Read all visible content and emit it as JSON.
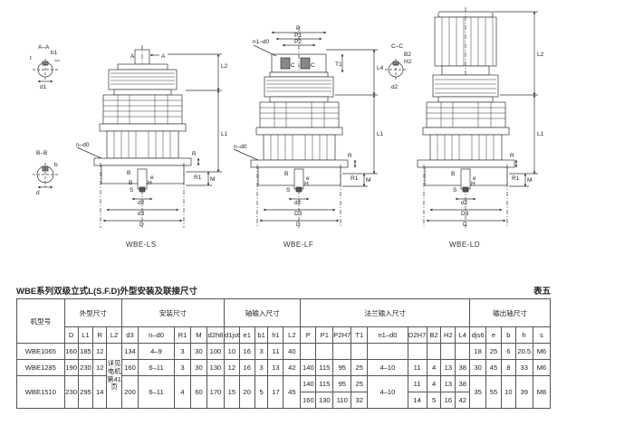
{
  "drawings": {
    "captions": [
      "WBE-LS",
      "WBE-LF",
      "WBE-LD"
    ],
    "labels": {
      "section_aa": "A–A",
      "section_bb": "B–B",
      "section_cc": "C–C",
      "t": "t",
      "b1": "b1",
      "d1": "d1",
      "b": "b",
      "d": "d",
      "a": "A",
      "n_d0": "n–d0",
      "e": "e",
      "r": "R",
      "r1": "R1",
      "m": "M",
      "l1": "L1",
      "l2": "L2",
      "l4": "L4",
      "t1": "T1",
      "p": "P",
      "p1": "P1",
      "p2": "P2",
      "n1_d0": "n1–d0",
      "c": "C",
      "b2": "B2",
      "h2": "H2",
      "d2": "d2",
      "d3": "d3",
      "d3_cap": "D3",
      "d_cap": "D",
      "s": "S",
      "bb": "B",
      "h": "H"
    }
  },
  "table": {
    "title": "WBE系列双级立式L(S.F.D)外型安装及联接尺寸",
    "table_no": "表五",
    "group_headers": {
      "model": "机型号",
      "outline": "外型尺寸",
      "install": "安装尺寸",
      "input_shaft": "轴输入尺寸",
      "flange_input": "法兰输入尺寸",
      "output_shaft": "输出轴尺寸"
    },
    "columns": [
      "D",
      "L1",
      "R",
      "L2",
      "d3",
      "n–d0",
      "R1",
      "M",
      "d2h8",
      "d1js6",
      "e1",
      "b1",
      "h1",
      "L2",
      "P",
      "P1",
      "P2H7",
      "T1",
      "n1–d0",
      "D2H7",
      "B2",
      "H2",
      "L4",
      "djs6",
      "e",
      "b",
      "h",
      "s"
    ],
    "note_cell": "详见电机第41页",
    "rows": [
      {
        "model": "WBE1065",
        "D": "160",
        "L1": "185",
        "R": "12",
        "d3": "134",
        "n_d0": "4–9",
        "R1": "3",
        "M": "30",
        "d2": "100",
        "d1": "10",
        "e1": "16",
        "b1": "3",
        "h1": "11",
        "L2": "40",
        "P": "",
        "P1": "",
        "P2": "",
        "T1": "",
        "n1_d0": "",
        "D2": "",
        "B2": "",
        "H2": "",
        "L4": "",
        "dj": "18",
        "e": "25",
        "b": "6",
        "h": "20.5",
        "s": "M6"
      },
      {
        "model": "WBE1285",
        "D": "190",
        "L1": "230",
        "R": "12",
        "d3": "160",
        "n_d0": "6–11",
        "R1": "3",
        "M": "30",
        "d2": "130",
        "d1": "12",
        "e1": "16",
        "b1": "3",
        "h1": "13",
        "L2": "42",
        "P": "140",
        "P1": "115",
        "P2": "95",
        "T1": "25",
        "n1_d0": "4–10",
        "D2": "11",
        "B2": "4",
        "H2": "13",
        "L4": "38",
        "dj": "30",
        "e": "45",
        "b": "8",
        "h": "33",
        "s": "M6"
      },
      {
        "model": "WBE1510",
        "D": "230",
        "L1": "295",
        "R": "14",
        "d3": "200",
        "n_d0": "6–11",
        "R1": "4",
        "M": "60",
        "d2": "170",
        "d1": "15",
        "e1": "20",
        "b1": "5",
        "h1": "17",
        "L2": "45",
        "P": "140",
        "P1": "115",
        "P2": "95",
        "T1": "25",
        "n1_d0": "4–10",
        "D2": "11",
        "B2": "4",
        "H2": "13",
        "L4": "38",
        "dj": "35",
        "e": "55",
        "b": "10",
        "h": "39",
        "s": "M8",
        "P_b": "160",
        "P1_b": "130",
        "P2_b": "110",
        "T1_b": "32",
        "D2_b": "14",
        "B2_b": "5",
        "H2_b": "16",
        "L4_b": "42"
      }
    ]
  }
}
